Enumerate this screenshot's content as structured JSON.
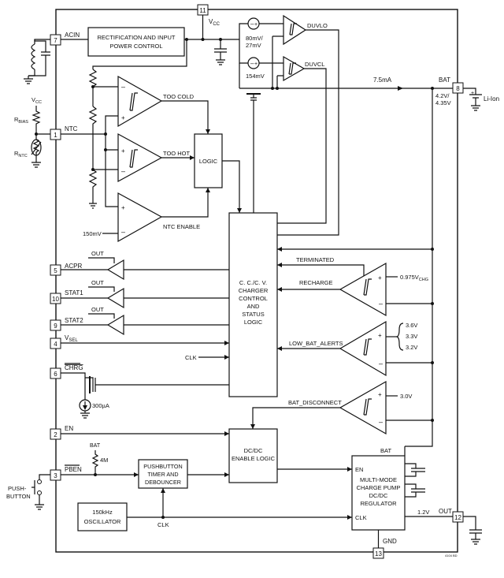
{
  "pins": {
    "p11": "11",
    "p7": "7",
    "p1": "1",
    "p5": "5",
    "p10": "10",
    "p9": "9",
    "p4": "4",
    "p6": "6",
    "p2": "2",
    "p3": "3",
    "p8": "8",
    "p12": "12",
    "p13": "13"
  },
  "pin_labels": {
    "vcc_top": "V",
    "vcc_top_sub": "CC",
    "acin": "ACIN",
    "ntc": "NTC",
    "acpr": "ACPR",
    "stat1": "STAT1",
    "stat2": "STAT2",
    "vsel": "V",
    "vsel_sub": "SEL",
    "chrg": "CHRG",
    "en": "EN",
    "pben": "PBEN",
    "bat": "BAT",
    "out": "OUT",
    "gnd": "GND"
  },
  "blocks": {
    "rect_l1": "RECTIFICATION AND INPUT",
    "rect_l2": "POWER CONTROL",
    "logic": "LOGIC",
    "charger_l1": "C. C./C. V.",
    "charger_l2": "CHARGER",
    "charger_l3": "CONTROL",
    "charger_l4": "AND",
    "charger_l5": "STATUS",
    "charger_l6": "LOGIC",
    "dcdc_l1": "DC/DC",
    "dcdc_l2": "ENABLE LOGIC",
    "push_l1": "PUSHBUTTON",
    "push_l2": "TIMER AND",
    "push_l3": "DEBOUNCER",
    "osc_l1": "150kHz",
    "osc_l2": "OSCILLATOR",
    "pump_l1": "MULTI-MODE",
    "pump_l2": "CHARGE PUMP",
    "pump_l3": "DC/DC",
    "pump_l4": "REGULATOR",
    "pump_en": "EN",
    "pump_clk": "CLK",
    "pump_bat": "BAT"
  },
  "signals": {
    "duvlo": "DUVLO",
    "duvcl": "DUVCL",
    "v80": "80mV/",
    "v27": "27mV",
    "v154": "154mV",
    "i75": "7.5mA",
    "bat_v1": "4.2V/",
    "bat_v2": "4.35V",
    "liion": "Li-Ion",
    "too_cold": "TOO COLD",
    "too_hot": "TOO HOT",
    "ntc_enable": "NTC ENABLE",
    "v150": "150mV",
    "vcc_ntc": "V",
    "vcc_ntc_sub": "CC",
    "rbias": "R",
    "rbias_sub": "BIAS",
    "rntc": "R",
    "rntc_sub": "NTC",
    "terminated": "TERMINATED",
    "recharge": "RECHARGE",
    "vchg": "0.975V",
    "vchg_sub": "CHG",
    "v36": "3.6V",
    "v33": "3.3V",
    "v32": "3.2V",
    "low_bat": "LOW_BAT_ALERTS",
    "bat_disc": "BAT_DISCONNECT",
    "v30": "3.0V",
    "clk1": "CLK",
    "clk2": "CLK",
    "i300": "300µA",
    "out1": "OUT",
    "out2": "OUT",
    "out3": "OUT",
    "bat_res": "BAT",
    "r4m": "4M",
    "push1": "PUSH-",
    "push2": "BUTTON",
    "v12": "1.2V",
    "fig": "4104 BD",
    "plus": "+",
    "minus": "–"
  }
}
